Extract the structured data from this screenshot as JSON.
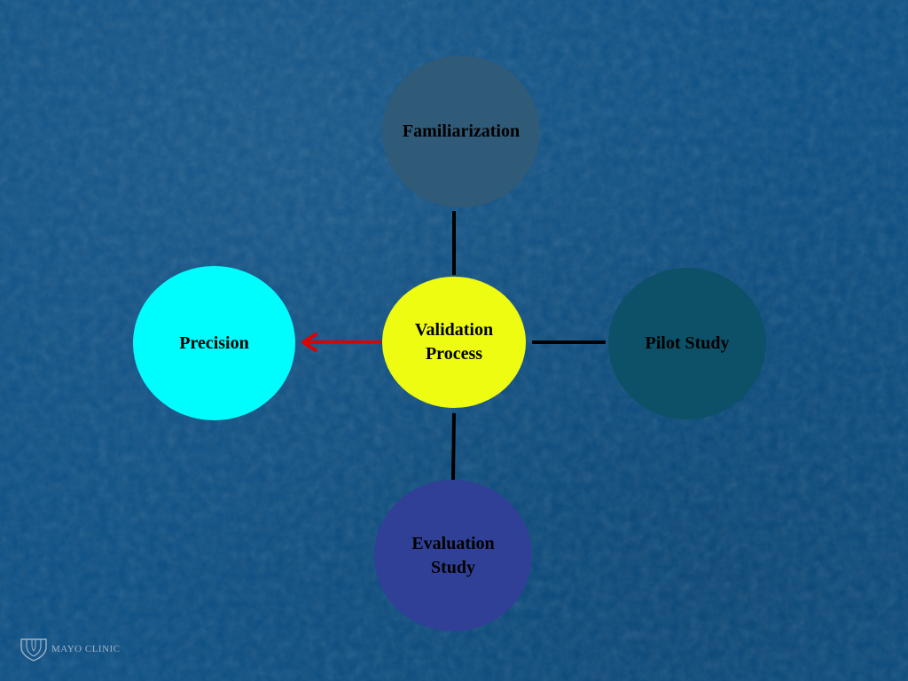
{
  "slide": {
    "background_color": "#0b4f84"
  },
  "nodes": {
    "familiarization": {
      "label": "Familiarization",
      "color": "#2f5a78"
    },
    "pilot_study": {
      "label": "Pilot Study",
      "color": "#0d5168"
    },
    "evaluation_study": {
      "label": "Evaluation\nStudy",
      "color": "#2f4096"
    },
    "validation_process": {
      "label": "Validation\nProcess",
      "color": "#eefc12"
    },
    "precision": {
      "label": "Precision",
      "color": "#00fdfd"
    }
  },
  "connectors": {
    "line_color": "#000000",
    "arrow_color": "#e00000"
  },
  "logo": {
    "icon": "mayo-shield-icon",
    "text": "MAYO CLINIC"
  }
}
